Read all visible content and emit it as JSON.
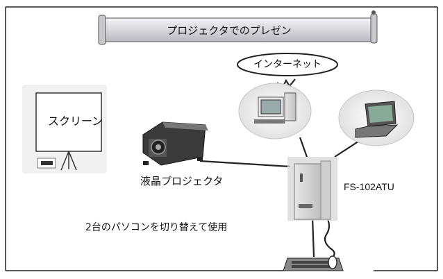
{
  "diagram": {
    "title": "プロジェクタでのプレゼン",
    "labels": {
      "screen": "スクリーン",
      "projector": "液晶プロジェクタ",
      "device": "FS-102ATU",
      "switch_note": "2台のパソコンを切り替えて使用",
      "internet": "インターネット"
    },
    "colors": {
      "frame": "#222222",
      "banner_fill": "#cfcfd6",
      "cloud_fill": "#eeeeee",
      "cable": "#222222"
    },
    "nodes": [
      "screen-icon",
      "projector-icon",
      "desktop-pc-icon",
      "laptop-pc-icon",
      "kvm-switch-icon",
      "keyboard-icon",
      "mouse-icon"
    ]
  }
}
